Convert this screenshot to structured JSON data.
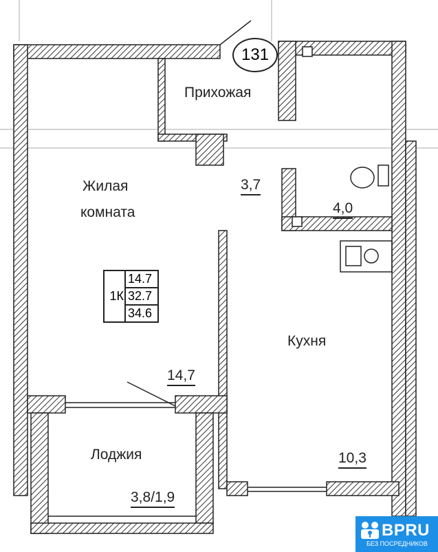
{
  "apartment_number": "131",
  "rooms": {
    "hall": {
      "name": "Прихожая",
      "area": "3,7"
    },
    "living": {
      "name_line1": "Жилая",
      "name_line2": "комната",
      "area": "14,7"
    },
    "bathroom": {
      "area": "4,0"
    },
    "kitchen": {
      "name": "Кухня",
      "area": "10,3"
    },
    "loggia": {
      "name": "Лоджия",
      "area": "3,8/1,9"
    }
  },
  "summary": {
    "type": "1К",
    "living_area": "14.7",
    "total_area": "32.7",
    "total_with_loggia": "34.6"
  },
  "logo": {
    "brand": "BPRU",
    "tagline": "БЕЗ ПОСРЕДНИКОВ"
  },
  "colors": {
    "wall": "#444444",
    "logo_bg": "#1e8fe6"
  }
}
